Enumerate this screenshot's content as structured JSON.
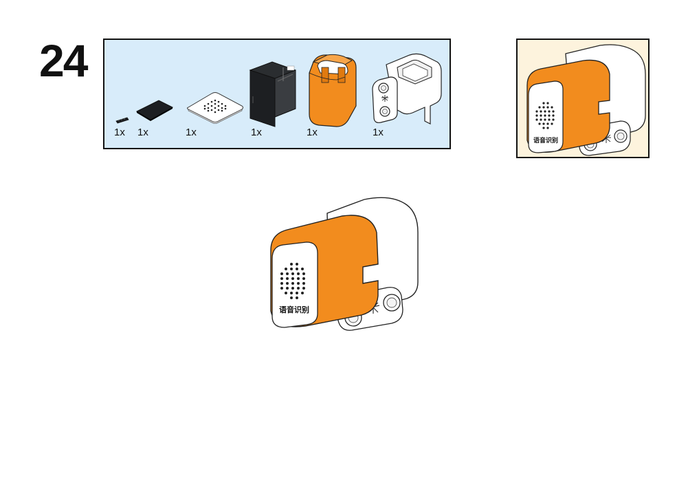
{
  "step": {
    "number": "24"
  },
  "parts": [
    {
      "name": "pin-bar-part",
      "quantity": "1x"
    },
    {
      "name": "black-plate-part",
      "quantity": "1x"
    },
    {
      "name": "speaker-grille-part",
      "quantity": "1x"
    },
    {
      "name": "black-frame-part",
      "quantity": "1x"
    },
    {
      "name": "orange-cover-part",
      "quantity": "1x"
    },
    {
      "name": "white-housing-part",
      "quantity": "1x"
    }
  ],
  "label": {
    "text": "语音识别"
  },
  "colors": {
    "parts_background": "#d8ecfa",
    "preview_background": "#fdf3dd",
    "orange": "#f28c1e",
    "black": "#1d1f22",
    "white_part": "#ffffff",
    "outline": "#222222"
  }
}
